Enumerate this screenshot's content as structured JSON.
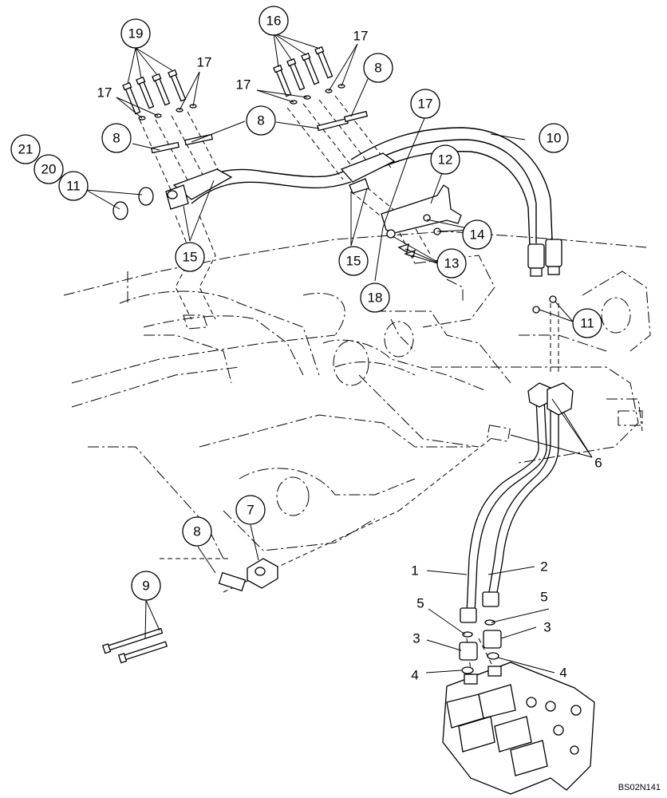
{
  "figure_id": "BS02N141",
  "callouts": {
    "c19": "19",
    "c16": "16",
    "c21": "21",
    "c20": "20",
    "c11a": "11",
    "c11b": "11",
    "c8a": "8",
    "c8b": "8",
    "c8c": "8",
    "c8d": "8",
    "c10": "10",
    "c12": "12",
    "c17": "17",
    "c14": "14",
    "c13": "13",
    "c15a": "15",
    "c15b": "15",
    "c18": "18",
    "c7": "7",
    "c9": "9"
  },
  "labels": {
    "l17a": "17",
    "l17b": "17",
    "l17c": "17",
    "l17d": "17",
    "l6": "6",
    "l1": "1",
    "l2": "2",
    "l5a": "5",
    "l5b": "5",
    "l3a": "3",
    "l3b": "3",
    "l4a": "4",
    "l4b": "4"
  }
}
